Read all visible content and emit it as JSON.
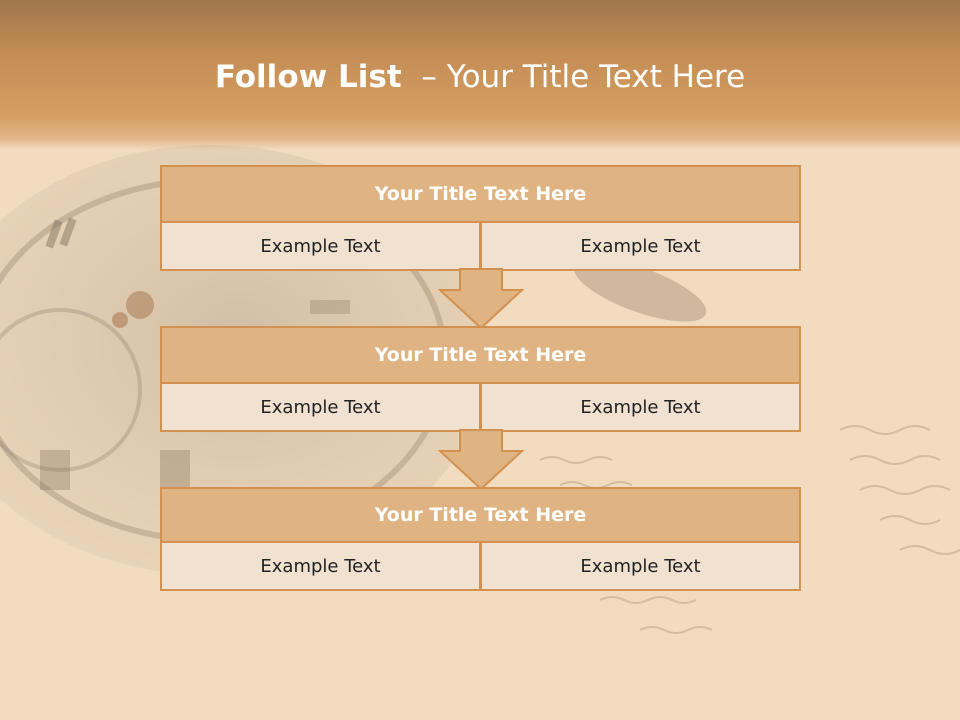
{
  "slide": {
    "title_strong": "Follow List",
    "title_rest": "  – Your Title Text Here"
  },
  "blocks": [
    {
      "title": "Your Title Text Here",
      "left": "Example Text",
      "right": "Example Text"
    },
    {
      "title": "Your Title Text Here",
      "left": "Example Text",
      "right": "Example Text"
    },
    {
      "title": "Your Title Text Here",
      "left": "Example Text",
      "right": "Example Text"
    }
  ],
  "colors": {
    "header": "#c48d55",
    "block_title_fill": "#dfb482",
    "cell_fill": "#f1e1d1",
    "border": "#d3914f",
    "title_text": "#ffffff"
  }
}
